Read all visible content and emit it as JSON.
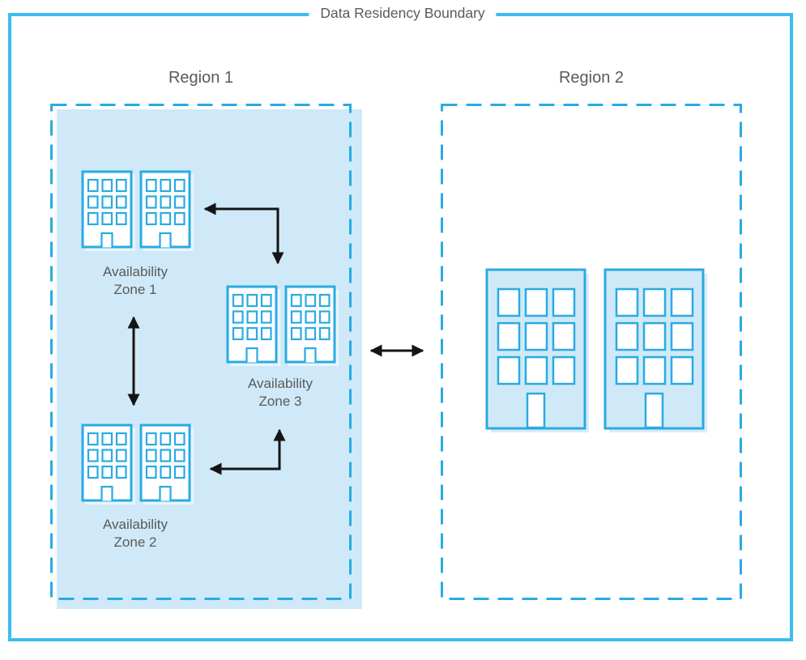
{
  "diagram": {
    "boundary_label": "Data Residency Boundary",
    "regions": [
      {
        "label": "Region 1"
      },
      {
        "label": "Region 2"
      }
    ],
    "zones": [
      {
        "line1": "Availability",
        "line2": "Zone 1"
      },
      {
        "line1": "Availability",
        "line2": "Zone 2"
      },
      {
        "line1": "Availability",
        "line2": "Zone 3"
      }
    ],
    "icons": {
      "building": "building-icon",
      "arrow": "double-headed-arrow-icon"
    },
    "colors": {
      "boundary_border": "#3bbdf2",
      "region_border": "#29abe2",
      "region_fill": "#cfe9f8",
      "building_stroke": "#29abe2",
      "building_fill_small": "#ffffff",
      "building_fill_large": "#cfe9f8",
      "arrow": "#151515",
      "label_text": "#5a5a5a"
    }
  }
}
